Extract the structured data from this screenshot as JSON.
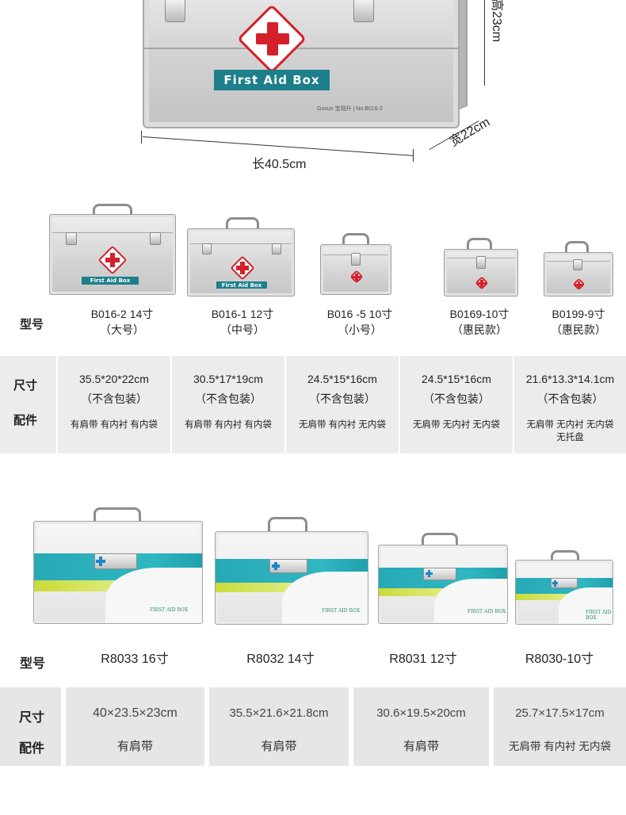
{
  "hero": {
    "label": "First Aid Box",
    "brand_text": "Gosun 宝视升 | No.B016-2",
    "dim_length": "长40.5cm",
    "dim_width": "宽22cm",
    "dim_height": "高23cm"
  },
  "section1": {
    "model_heading": "型号",
    "size_heading": "尺寸",
    "acc_heading": "配件",
    "box_label": "First Aid Box",
    "products": [
      {
        "model": "B016-2 14寸",
        "variant": "（大号）",
        "size": "35.5*20*22cm",
        "note": "（不含包装）",
        "accessories": "有肩带 有内衬 有内袋",
        "extra": ""
      },
      {
        "model": "B016-1 12寸",
        "variant": "（中号）",
        "size": "30.5*17*19cm",
        "note": "（不含包装）",
        "accessories": "有肩带 有内衬 有内袋",
        "extra": ""
      },
      {
        "model": "B016 -5 10寸",
        "variant": "（小号）",
        "size": "24.5*15*16cm",
        "note": "（不含包装）",
        "accessories": "无肩带 有内衬 无内袋",
        "extra": ""
      },
      {
        "model": "B0169-10寸",
        "variant": "（惠民款）",
        "size": "24.5*15*16cm",
        "note": "（不含包装）",
        "accessories": "无肩带 无内衬 无内袋",
        "extra": ""
      },
      {
        "model": "B0199-9寸",
        "variant": "（惠民款）",
        "size": "21.6*13.3*14.1cm",
        "note": "（不含包装）",
        "accessories": "无肩带 无内衬 无内袋",
        "extra": "无托盘"
      }
    ]
  },
  "section2": {
    "model_heading": "型号",
    "size_heading": "尺寸",
    "acc_heading": "配件",
    "box_text": "FIRST AID BOX",
    "products": [
      {
        "model": "R8033 16寸",
        "size": "40×23.5×23cm",
        "accessories": "有肩带"
      },
      {
        "model": "R8032 14寸",
        "size": "35.5×21.6×21.8cm",
        "accessories": "有肩带"
      },
      {
        "model": "R8031 12寸",
        "size": "30.6×19.5×20cm",
        "accessories": "有肩带"
      },
      {
        "model": "R8030-10寸",
        "size": "25.7×17.5×17cm",
        "accessories": "无肩带 有内衬 无内袋"
      }
    ]
  },
  "colors": {
    "cross_red": "#d4202b",
    "label_teal": "#1c7f8a",
    "band_teal": "#2fb7c2",
    "table_gray": "#ececec"
  }
}
